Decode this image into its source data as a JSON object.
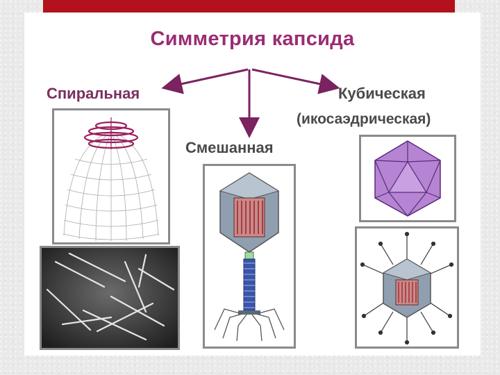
{
  "title": "Симметрия капсида",
  "labels": {
    "spiral": "Спиральная",
    "cubic": "Кубическая",
    "cubic_sub": "(икосаэдрическая)",
    "mixed": "Смешанная"
  },
  "colors": {
    "accent_bar": "#b3111b",
    "title": "#9b2c74",
    "arrow": "#7a2360",
    "capsid_icosahedron": "#b585d4",
    "phage_tail": "#3a55a8",
    "phage_head_core": "#b0363a"
  },
  "images": [
    "spiral-capsid-drawing",
    "spiral-virus-micrograph",
    "bacteriophage-drawing",
    "icosahedron-capsid",
    "icosahedral-virus-with-fibers"
  ]
}
